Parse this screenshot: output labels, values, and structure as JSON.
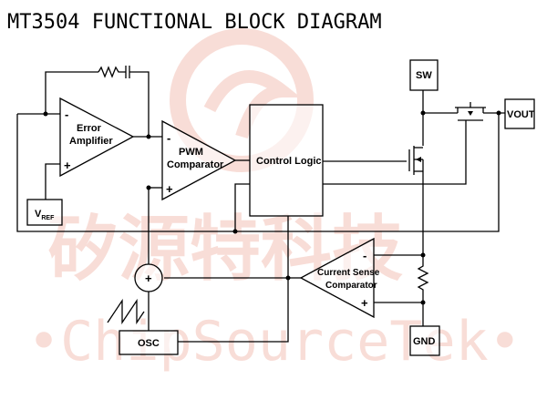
{
  "title": "MT3504 FUNCTIONAL BLOCK DIAGRAM",
  "blocks": {
    "error_amplifier": {
      "line1": "Error",
      "line2": "Amplifier"
    },
    "pwm_comparator": {
      "line1": "PWM",
      "line2": "Comparator"
    },
    "control_logic": "Control Logic",
    "current_sense_comparator": {
      "line1": "Current Sense",
      "line2": "Comparator"
    },
    "osc": "OSC",
    "vref": {
      "main": "V",
      "sub": "REF"
    },
    "sw": "SW",
    "vout": "VOUT",
    "gnd": "GND",
    "summer": "+"
  },
  "signs": {
    "minus": "-",
    "plus": "+"
  },
  "watermark": {
    "chinese": "矽源特科技",
    "english": "•ChipSourceTek•",
    "color": "#f3c2b8"
  }
}
